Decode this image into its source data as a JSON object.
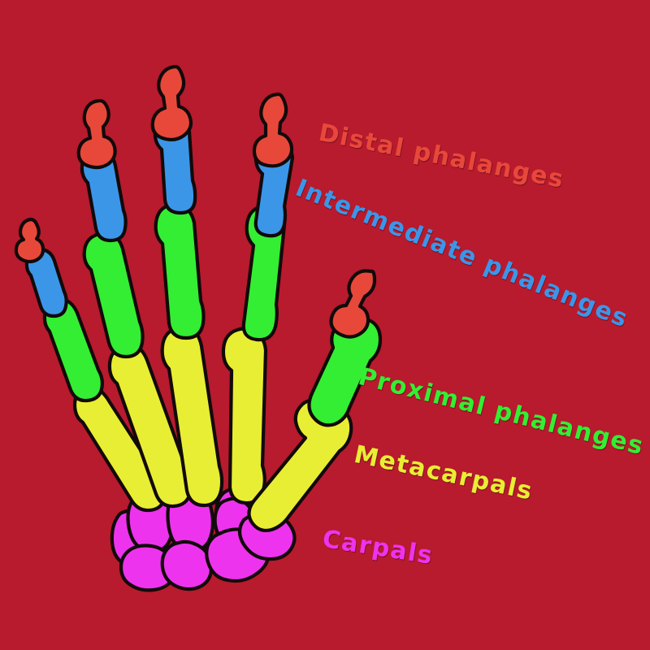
{
  "figure": {
    "subject": "human-hand-skeleton",
    "background_color": "#b81a2e",
    "outline_color": "#120a0a"
  },
  "labels": [
    {
      "id": "distal",
      "text": "Distal phalanges",
      "color": "#e8483a"
    },
    {
      "id": "intermediate",
      "text": "Intermediate phalanges",
      "color": "#3b96e8"
    },
    {
      "id": "proximal",
      "text": "Proximal phalanges",
      "color": "#33ee33"
    },
    {
      "id": "metacarpals",
      "text": "Metacarpals",
      "color": "#e8ee33"
    },
    {
      "id": "carpals",
      "text": "Carpals",
      "color": "#ee33ee"
    }
  ],
  "bone_groups": {
    "distal_phalanges": {
      "color": "#e8483a",
      "count": 5
    },
    "intermediate_phalanges": {
      "color": "#3b96e8",
      "count": 4
    },
    "proximal_phalanges": {
      "color": "#33ee33",
      "count": 5
    },
    "metacarpals": {
      "color": "#e8ee33",
      "count": 5
    },
    "carpals": {
      "color": "#ee33ee",
      "count": 8
    }
  }
}
